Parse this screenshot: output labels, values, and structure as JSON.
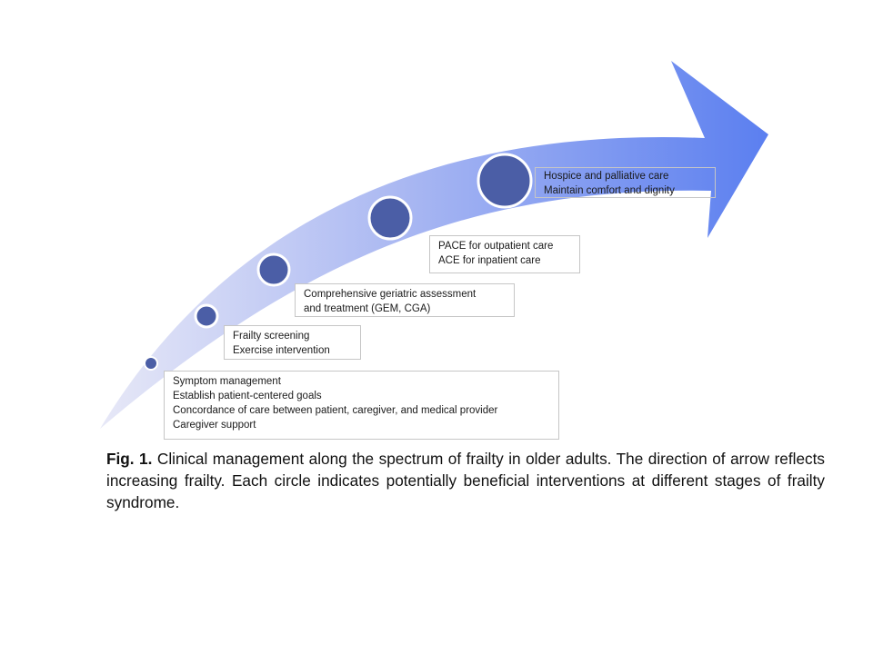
{
  "diagram": {
    "colors": {
      "arrow_dark": "#5b7ff0",
      "arrow_light": "#e7e8f7",
      "circle_fill": "#4b5ea6",
      "circle_stroke": "#ffffff"
    },
    "stages": [
      {
        "lines": [
          "Symptom management",
          "Establish patient-centered goals",
          "Concordance of care between patient, caregiver, and medical provider",
          "Caregiver support"
        ]
      },
      {
        "lines": [
          "Frailty screening",
          "Exercise intervention"
        ]
      },
      {
        "lines": [
          "Comprehensive geriatric assessment",
          "and treatment (GEM, CGA)"
        ]
      },
      {
        "lines": [
          "PACE for outpatient care",
          "ACE for inpatient care"
        ]
      },
      {
        "lines": [
          "Hospice and palliative care",
          "Maintain comfort and dignity"
        ]
      }
    ]
  },
  "caption": {
    "fig_label": "Fig. 1.",
    "text": "Clinical management along the spectrum of frailty in older adults. The direction of arrow reflects increasing frailty. Each circle indicates potentially beneficial interventions at different stages of frailty syndrome."
  }
}
